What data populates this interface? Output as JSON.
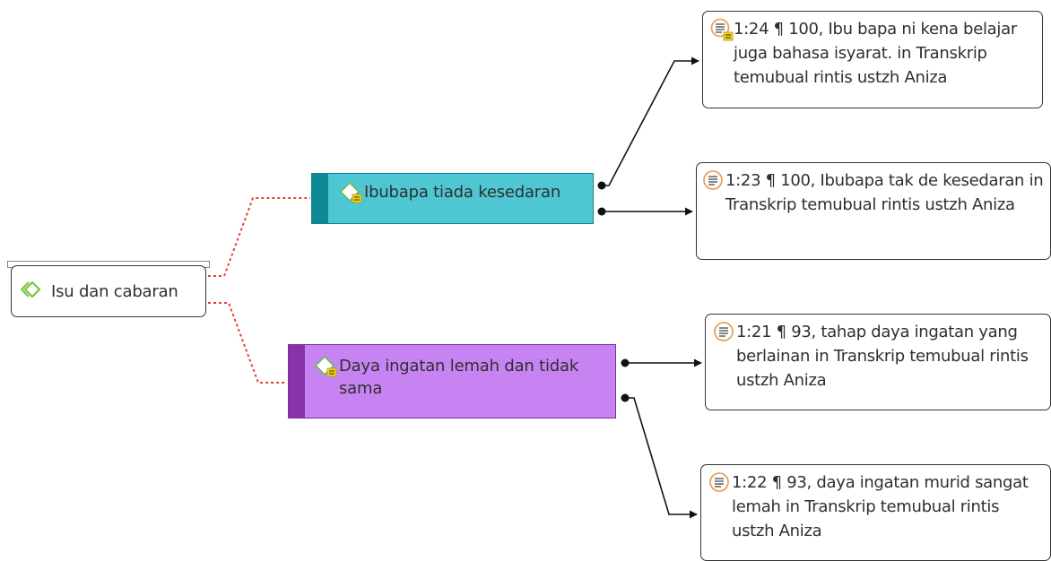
{
  "diagram": {
    "root": {
      "label": "Isu dan cabaran",
      "icon": "code-group-icon"
    },
    "codes": [
      {
        "label": "Ibubapa tiada kesedaran",
        "fill": "#4fc7d2",
        "stripe": "#0e8a96",
        "icon": "code-with-memo-icon"
      },
      {
        "label": "Daya ingatan lemah dan tidak sama",
        "fill": "#c783f2",
        "stripe": "#8a33a8",
        "icon": "code-with-memo-icon"
      }
    ],
    "quotations": [
      {
        "label": "1:24 ¶ 100, Ibu bapa ni kena belajar juga bahasa isyarat. in Transkrip temubual rintis ustzh Aniza",
        "icon": "quotation-with-memo-icon"
      },
      {
        "label": "1:23 ¶ 100, Ibubapa tak de kesedaran in Transkrip temubual rintis ustzh Aniza",
        "icon": "quotation-icon"
      },
      {
        "label": "1:21 ¶ 93, tahap daya ingatan yang berlainan in Transkrip temubual rintis ustzh Aniza",
        "icon": "quotation-icon"
      },
      {
        "label": "1:22 ¶ 93, daya ingatan murid sangat lemah in Transkrip temubual rintis ustzh Aniza",
        "icon": "quotation-icon"
      }
    ],
    "colors": {
      "link_dotted": "#e8413a",
      "connector": "#111111",
      "quote_icon": "#e8a25a",
      "memo_badge": "#f2d21b",
      "root_icon": "#7cc442"
    }
  }
}
